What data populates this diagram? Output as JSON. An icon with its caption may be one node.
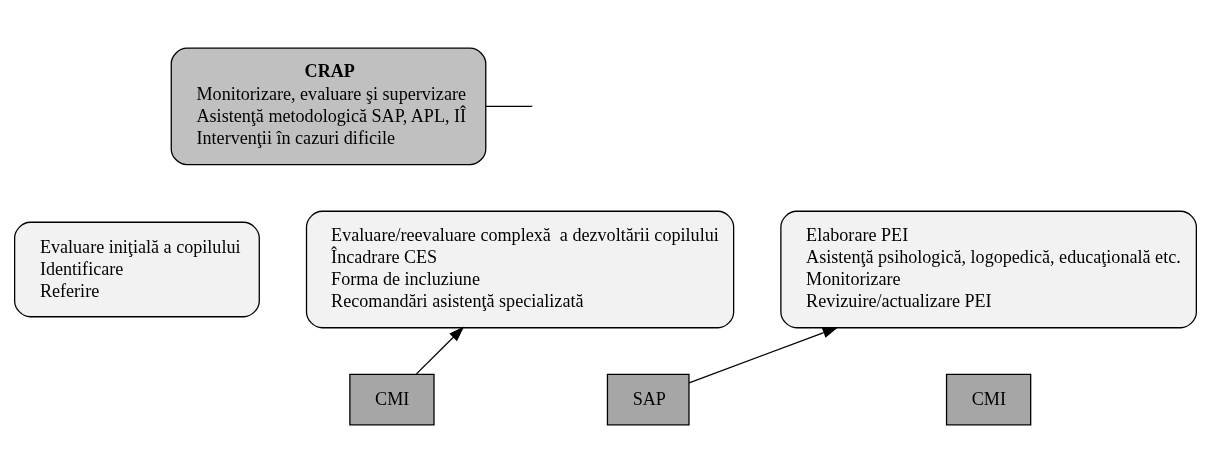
{
  "diagram": {
    "nodes": [
      {
        "text": [
          "CRAP",
          "Monitorizare, evaluare şi supervizare",
          "Asistenţă metodologică SAP, APL, IÎ",
          "Intervenţii în cazuri dificile"
        ]
      },
      {
        "text": [
          "Evaluare iniţială a copilului",
          "Identificare",
          "Referire"
        ]
      },
      {
        "text": [
          "CMI"
        ]
      },
      {
        "text": [
          "Evaluare/reevaluare complexă  a dezvoltării copilului",
          "Încadrare CES",
          "Forma de incluziune",
          "Recomandări asistenţă specializată"
        ]
      },
      {
        "text": [
          "SAP"
        ]
      },
      {
        "text": [
          "Elaborare PEI",
          "Asistenţă psihologică, logopedică, educaţională etc.",
          "Monitorizare",
          "Revizuire/actualizare PEI"
        ]
      },
      {
        "text": [
          "CMI"
        ]
      }
    ],
    "edges": [
      {
        "from": 0,
        "to": null,
        "arrow": "none"
      },
      {
        "from": 2,
        "to": 3,
        "arrow": "to"
      },
      {
        "from": 4,
        "to": 5,
        "arrow": "to"
      }
    ]
  }
}
